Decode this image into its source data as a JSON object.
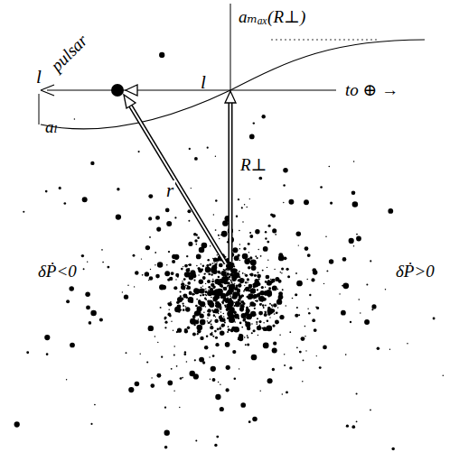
{
  "diagram": {
    "labels": [
      "pulsar",
      "aₘₐₓ(R⊥)",
      "l",
      "l",
      "to ⊕ →",
      "R⊥",
      "r",
      "aₗ",
      "δṖ<0",
      "δṖ>0"
    ]
  }
}
